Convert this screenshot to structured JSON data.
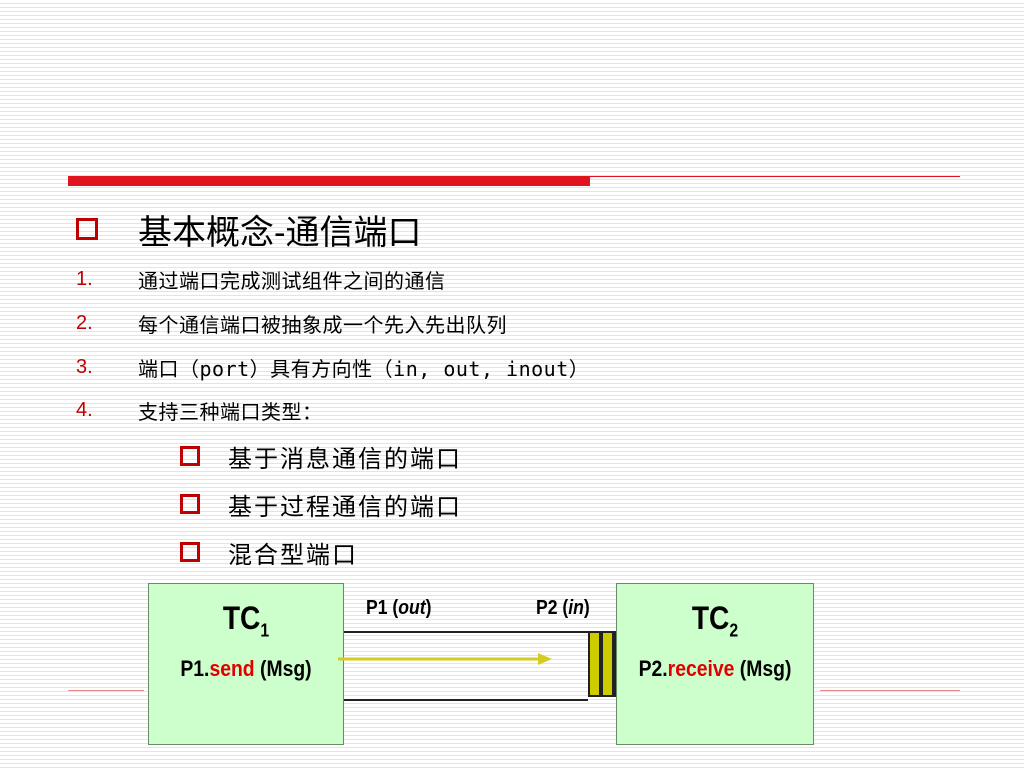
{
  "slide": {
    "title": "基本概念-通信端口",
    "numbered_items": [
      {
        "num": "1.",
        "text": "通过端口完成测试组件之间的通信"
      },
      {
        "num": "2.",
        "text": "每个通信端口被抽象成一个先入先出队列"
      },
      {
        "num": "3.",
        "text": "端口（port）具有方向性（in, out, inout）"
      },
      {
        "num": "4.",
        "text": "支持三种端口类型："
      }
    ],
    "sub_items": [
      "基于消息通信的端口",
      "基于过程通信的端口",
      "混合型端口"
    ]
  },
  "diagram": {
    "tc1": {
      "name": "TC",
      "sub": "1",
      "port": "P1.",
      "method": "send",
      "arg": " (Msg)"
    },
    "tc2": {
      "name": "TC",
      "sub": "2",
      "port": "P2.",
      "method": "receive",
      "arg": " (Msg)"
    },
    "p1": {
      "label": "P1 (",
      "dir": "out",
      "close": ")"
    },
    "p2": {
      "label": "P2 (",
      "dir": "in",
      "close": ")"
    }
  },
  "colors": {
    "accent_red": "#e0141e",
    "bullet_red": "#c00000",
    "tc_box_green": "#ccffcc",
    "queue_yellow": "#cccc00",
    "arrow_yellow": "#d4cc20"
  },
  "icons": {
    "bullet": "hollow-square",
    "arrow": "right-arrow"
  }
}
